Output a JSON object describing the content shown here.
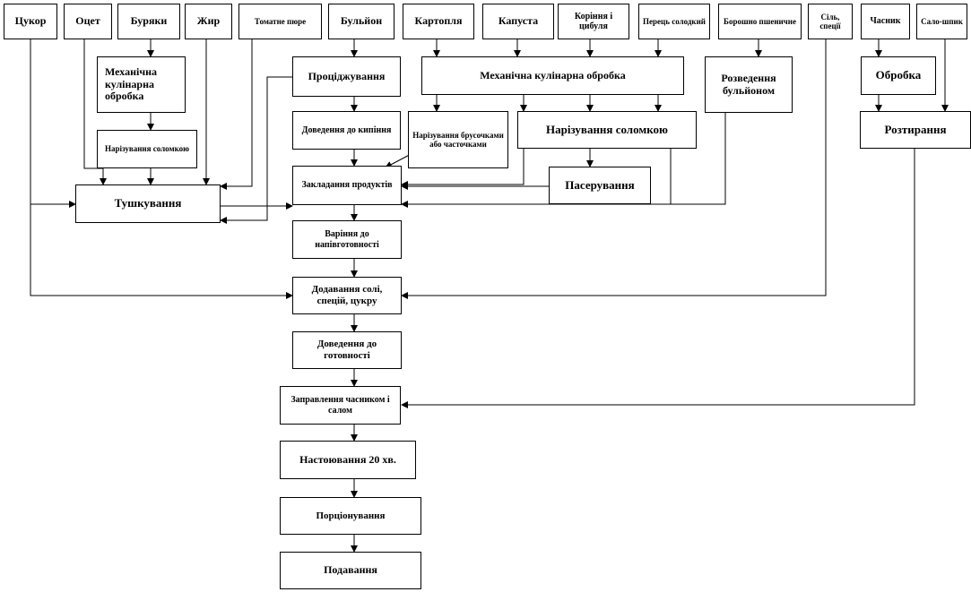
{
  "ingredients": {
    "sugar": "Цукор",
    "vinegar": "Оцет",
    "beets": "Буряки",
    "fat": "Жир",
    "tomato_puree": "Томатне пюре",
    "broth": "Бульйон",
    "potatoes": "Картопля",
    "cabbage": "Капуста",
    "roots_onion": "Коріння і цибуля",
    "sweet_pepper": "Перець солодкий",
    "wheat_flour": "Борошно пшеничне",
    "salt_spices": "Сіль, спеції",
    "garlic": "Часник",
    "pork_fat": "Сало-шпик"
  },
  "steps": {
    "beet_mechanical_processing": "Механічна кулінарна обробка",
    "beet_cutting_strips": "Нарізування соломкою",
    "stewing": "Тушкування",
    "straining": "Проціджування",
    "bring_to_boil": "Доведення до кипіння",
    "veg_mechanical_processing": "Механічна кулінарна обробка",
    "cutting_bars_or_pieces": "Нарізування брусочками або часточками",
    "cutting_strips": "Нарізування соломкою",
    "sauteing": "Пасерування",
    "dilution_with_broth": "Розведення бульйоном",
    "garlic_processing": "Обробка",
    "grinding": "Розтирання",
    "adding_products": "Закладання продуктів",
    "cooking_half_ready": "Варіння до напівготовності",
    "adding_salt_spices_sugar": "Додавання солі, спецій, цукру",
    "bring_to_readiness": "Доведення до готовності",
    "seasoning_garlic_fat": "Заправлення часником і салом",
    "infusing": "Настоювання 20 хв.",
    "portioning": "Порціонування",
    "serving": "Подавання"
  },
  "colors": {
    "line": "#000000",
    "box_border": "#000000",
    "background": "#ffffff"
  }
}
